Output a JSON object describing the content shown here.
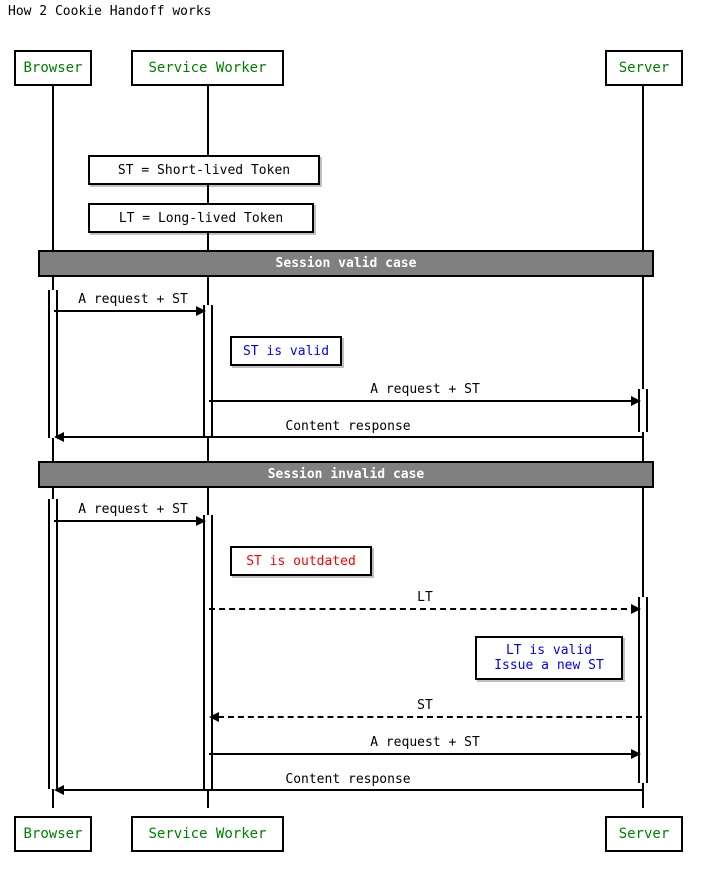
{
  "diagram": {
    "title": "How 2 Cookie Handoff works",
    "type": "sequence-diagram",
    "colors": {
      "participant_text": "#008000",
      "divider_fill": "#808080",
      "divider_text": "#FFFFFF",
      "note_valid_text": "#0000FF",
      "note_invalid_text": "#FF0000",
      "line": "#000000",
      "background": "#FFFFFF"
    }
  },
  "participants": [
    {
      "id": "browser",
      "label": "Browser"
    },
    {
      "id": "worker",
      "label": "Service Worker"
    },
    {
      "id": "server",
      "label": "Server"
    }
  ],
  "participants_footer": [
    {
      "id": "browser",
      "label": "Browser"
    },
    {
      "id": "worker",
      "label": "Service Worker"
    },
    {
      "id": "server",
      "label": "Server"
    }
  ],
  "legend_notes": [
    {
      "id": "note-st",
      "text": "ST = Short-lived Token",
      "color": "black"
    },
    {
      "id": "note-lt",
      "text": "LT = Long-lived Token",
      "color": "black"
    }
  ],
  "fragments": [
    {
      "id": "fragment-session-valid",
      "label": "Session valid case"
    },
    {
      "id": "fragment-session-invalid",
      "label": "Session invalid case"
    }
  ],
  "messages": [
    {
      "id": "msg-1",
      "label": "A request + ST",
      "from": "browser",
      "to": "worker",
      "style": "solid",
      "direction": "right"
    },
    {
      "id": "msg-2",
      "label": "A request + ST",
      "from": "worker",
      "to": "server",
      "style": "solid",
      "direction": "right"
    },
    {
      "id": "msg-3",
      "label": "Content response",
      "from": "server",
      "to": "browser",
      "style": "solid",
      "direction": "left"
    },
    {
      "id": "msg-4",
      "label": "A request + ST",
      "from": "browser",
      "to": "worker",
      "style": "solid",
      "direction": "right"
    },
    {
      "id": "msg-5",
      "label": "LT",
      "from": "worker",
      "to": "server",
      "style": "dashed",
      "direction": "right"
    },
    {
      "id": "msg-6",
      "label": "ST",
      "from": "server",
      "to": "worker",
      "style": "dashed",
      "direction": "left"
    },
    {
      "id": "msg-7",
      "label": "A request + ST",
      "from": "worker",
      "to": "server",
      "style": "solid",
      "direction": "right"
    },
    {
      "id": "msg-8",
      "label": "Content response",
      "from": "server",
      "to": "browser",
      "style": "solid",
      "direction": "left"
    }
  ],
  "notes": [
    {
      "id": "note-st-valid",
      "text": "ST is valid",
      "color": "blue"
    },
    {
      "id": "note-st-outdated",
      "text": "ST is outdated",
      "color": "red"
    },
    {
      "id": "note-lt-valid",
      "text": "LT is valid\nIssue a new ST",
      "color": "blue"
    }
  ]
}
